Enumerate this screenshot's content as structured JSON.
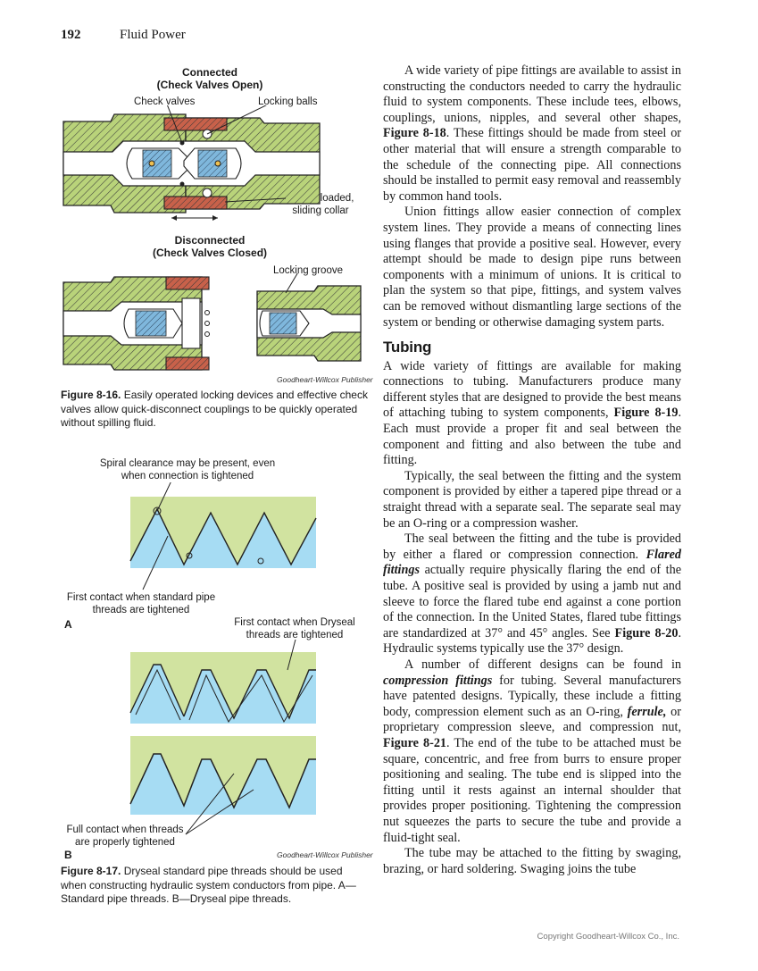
{
  "header": {
    "page_number": "192",
    "book_title": "Fluid Power"
  },
  "figure_8_16": {
    "connected_title_1": "Connected",
    "connected_title_2": "(Check Valves Open)",
    "label_check_valves": "Check valves",
    "label_locking_balls": "Locking balls",
    "label_spring_collar_1": "Spring-loaded,",
    "label_spring_collar_2": "sliding collar",
    "disconnected_title_1": "Disconnected",
    "disconnected_title_2": "(Check Valves Closed)",
    "label_locking_groove": "Locking groove",
    "credit": "Goodheart-Willcox Publisher",
    "caption_label": "Figure 8-16.",
    "caption_text": " Easily operated locking devices and effective check valves allow quick-disconnect couplings to be quickly operated without spilling fluid."
  },
  "figure_8_17": {
    "label_spiral_1": "Spiral clearance may be present, even",
    "label_spiral_2": "when connection is tightened",
    "label_first_std_1": "First contact when standard pipe",
    "label_first_std_2": "threads are tightened",
    "panel_a": "A",
    "label_first_dry_1": "First contact when Dryseal",
    "label_first_dry_2": "threads are tightened",
    "label_full_1": "Full contact when threads",
    "label_full_2": "are properly tightened",
    "panel_b": "B",
    "credit": "Goodheart-Willcox Publisher",
    "caption_label": "Figure 8-17.",
    "caption_text": " Dryseal standard pipe threads should be used when constructing hydraulic system conductors from pipe. A—Standard pipe threads. B—Dryseal pipe threads."
  },
  "text": {
    "p1_a": "A wide variety of pipe fittings are available to assist in constructing the conductors needed to carry the hydraulic fluid to system components. These include tees, elbows, couplings, unions, nipples, and several other shapes, ",
    "p1_ref": "Figure 8-18",
    "p1_b": ". These fittings should be made from steel or other material that will ensure a strength comparable to the schedule of the connecting pipe. All connections should be installed to permit easy removal and reassembly by common hand tools.",
    "p2": "Union fittings allow easier connection of complex system lines. They provide a means of connecting lines using flanges that provide a positive seal. However, every attempt should be made to design pipe runs between components with a minimum of unions. It is critical to plan the system so that pipe, fittings, and system valves can be removed without dismantling large sections of the system or bending or otherwise damaging system parts.",
    "heading_tubing": "Tubing",
    "p3_a": "A wide variety of fittings are available for making connections to tubing. Manufacturers produce many different styles that are designed to provide the best means of attaching tubing to system components, ",
    "p3_ref": "Figure 8-19",
    "p3_b": ". Each must provide a proper fit and seal between the component and fitting and also between the tube and fitting.",
    "p4": "Typically, the seal between the fitting and the system component is provided by either a tapered pipe thread or a straight thread with a separate seal. The separate seal may be an O-ring or a compression washer.",
    "p5_a": "The seal between the fitting and the tube is provided by either a flared or compression connection. ",
    "p5_term": "Flared fittings",
    "p5_b": " actually require physically flaring the end of the tube. A positive seal is provided by using a jamb nut and sleeve to force the flared tube end against a cone portion of the connection. In the United States, flared tube fittings are standardized at 37° and 45° angles. See ",
    "p5_ref": "Figure 8-20",
    "p5_c": ". Hydraulic systems typically use the 37° design.",
    "p6_a": "A number of different designs can be found in ",
    "p6_term": "compression fittings",
    "p6_b": " for tubing. Several manufacturers have patented designs. Typically, these include a fitting body, compression element such as an O-ring, ",
    "p6_term2": "ferrule,",
    "p6_c": " or proprietary compression sleeve, and compression nut, ",
    "p6_ref": "Figure 8-21",
    "p6_d": ". The end of the tube to be attached must be square, concentric, and free from burrs to ensure proper positioning and sealing. The tube end is slipped into the fitting until it rests against an internal shoulder that provides proper positioning. Tightening the compression nut squeezes the parts to secure the tube and provide a fluid-tight seal.",
    "p7": "The tube may be attached to the fitting by swaging, brazing, or hard soldering. Swaging joins the tube"
  },
  "footer": {
    "copyright": "Copyright Goodheart-Willcox Co., Inc."
  },
  "colors": {
    "body_green": "#b9d37a",
    "collar_red": "#c8614a",
    "valve_blue": "#7fb7dc",
    "thread_green": "#d1e3a0",
    "thread_blue": "#a6dcf3"
  }
}
